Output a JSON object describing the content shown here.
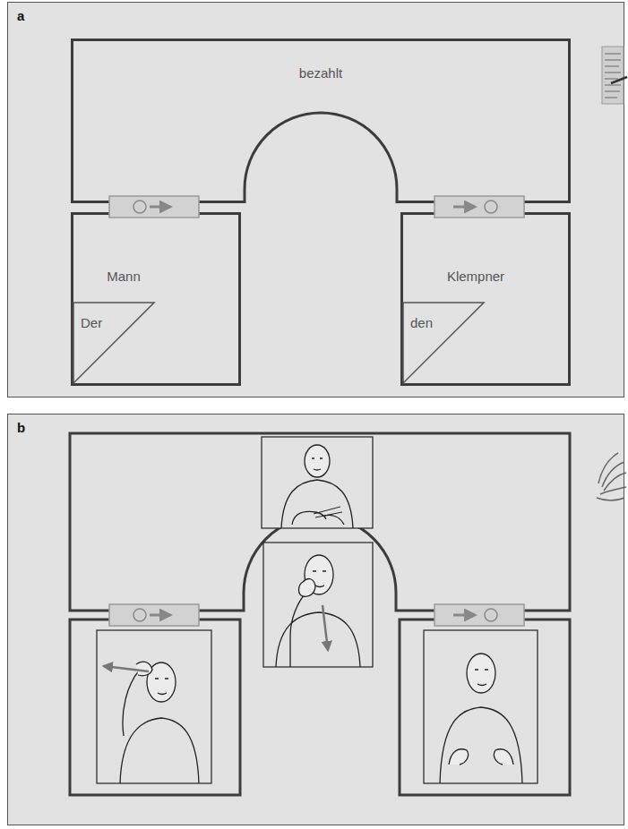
{
  "diagram": {
    "nodes": [
      {
        "text": [
          "a"
        ]
      },
      {
        "text": [
          "bezahlt"
        ],
        "in": 0
      },
      {
        "text": [
          "Mann"
        ],
        "in": 0
      },
      {
        "text": [
          "Der"
        ],
        "in": 2
      },
      {
        "text": [
          "Klempner"
        ],
        "in": 0
      },
      {
        "text": [
          "den"
        ],
        "in": 4
      },
      {
        "text": [
          "b"
        ]
      }
    ]
  }
}
